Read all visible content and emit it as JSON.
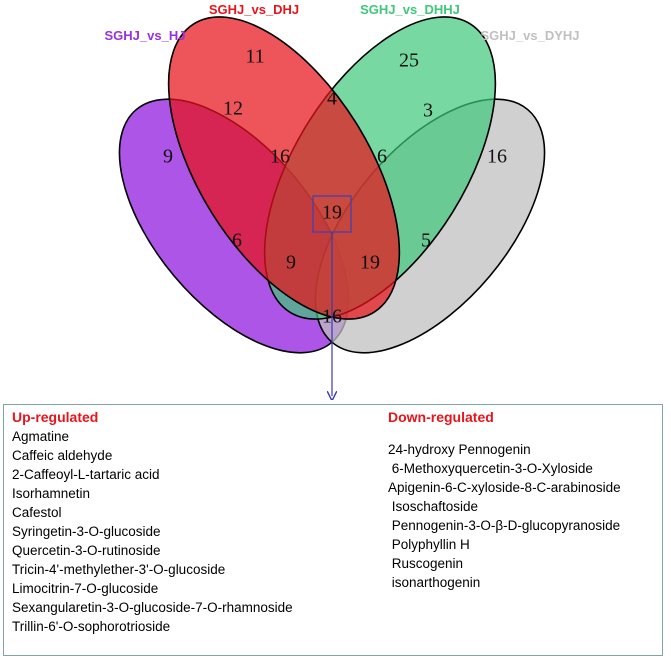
{
  "sets": [
    {
      "label": "SGHJ_vs_HJ",
      "color": "#9b30e0"
    },
    {
      "label": "SGHJ_vs_DHJ",
      "color": "#e8141b"
    },
    {
      "label": "SGHJ_vs_DHHJ",
      "color": "#3ec87a"
    },
    {
      "label": "SGHJ_vs_DYHJ",
      "color": "#c0c0c0"
    }
  ],
  "regions": {
    "hj_only": "9",
    "dhj_only": "11",
    "dhhj_only": "25",
    "dyhj_only": "16",
    "hj_dhj": "12",
    "dhj_dhhj": "4",
    "dhhj_dyhj": "3",
    "hj_dhj_dhhj": "16",
    "dhj_dhhj_dyhj": "6",
    "all_four": "19",
    "hj_dhhj": "6",
    "dhj_dyhj": "5",
    "hj_dhhj_dyhj": "9",
    "hj_dhj_dyhj": "19",
    "hj_dyhj": "16"
  },
  "colors": {
    "arrow": "#3a3ab0",
    "highlight_box": "#4040b0",
    "panel_border": "#7fa5a5",
    "heading": "#e8141b"
  },
  "panel": {
    "up_heading": "Up-regulated",
    "up_items": [
      "Agmatine",
      "Caffeic aldehyde",
      "2-Caffeoyl-L-tartaric acid",
      "Isorhamnetin",
      "Cafestol",
      "Syringetin-3-O-glucoside",
      "Quercetin-3-O-rutinoside",
      "Tricin-4'-methylether-3'-O-glucoside",
      "Limocitrin-7-O-glucoside",
      "Sexangularetin-3-O-glucoside-7-O-rhamnoside",
      "Trillin-6'-O-sophorotrioside"
    ],
    "down_heading": "Down-regulated",
    "down_items": [
      "24-hydroxy Pennogenin",
      " 6-Methoxyquercetin-3-O-Xyloside",
      "Apigenin-6-C-xyloside-8-C-arabinoside",
      " Isoschaftoside",
      " Pennogenin-3-O-β-D-glucopyranoside",
      " Polyphyllin H",
      " Ruscogenin",
      " isonarthogenin"
    ]
  }
}
